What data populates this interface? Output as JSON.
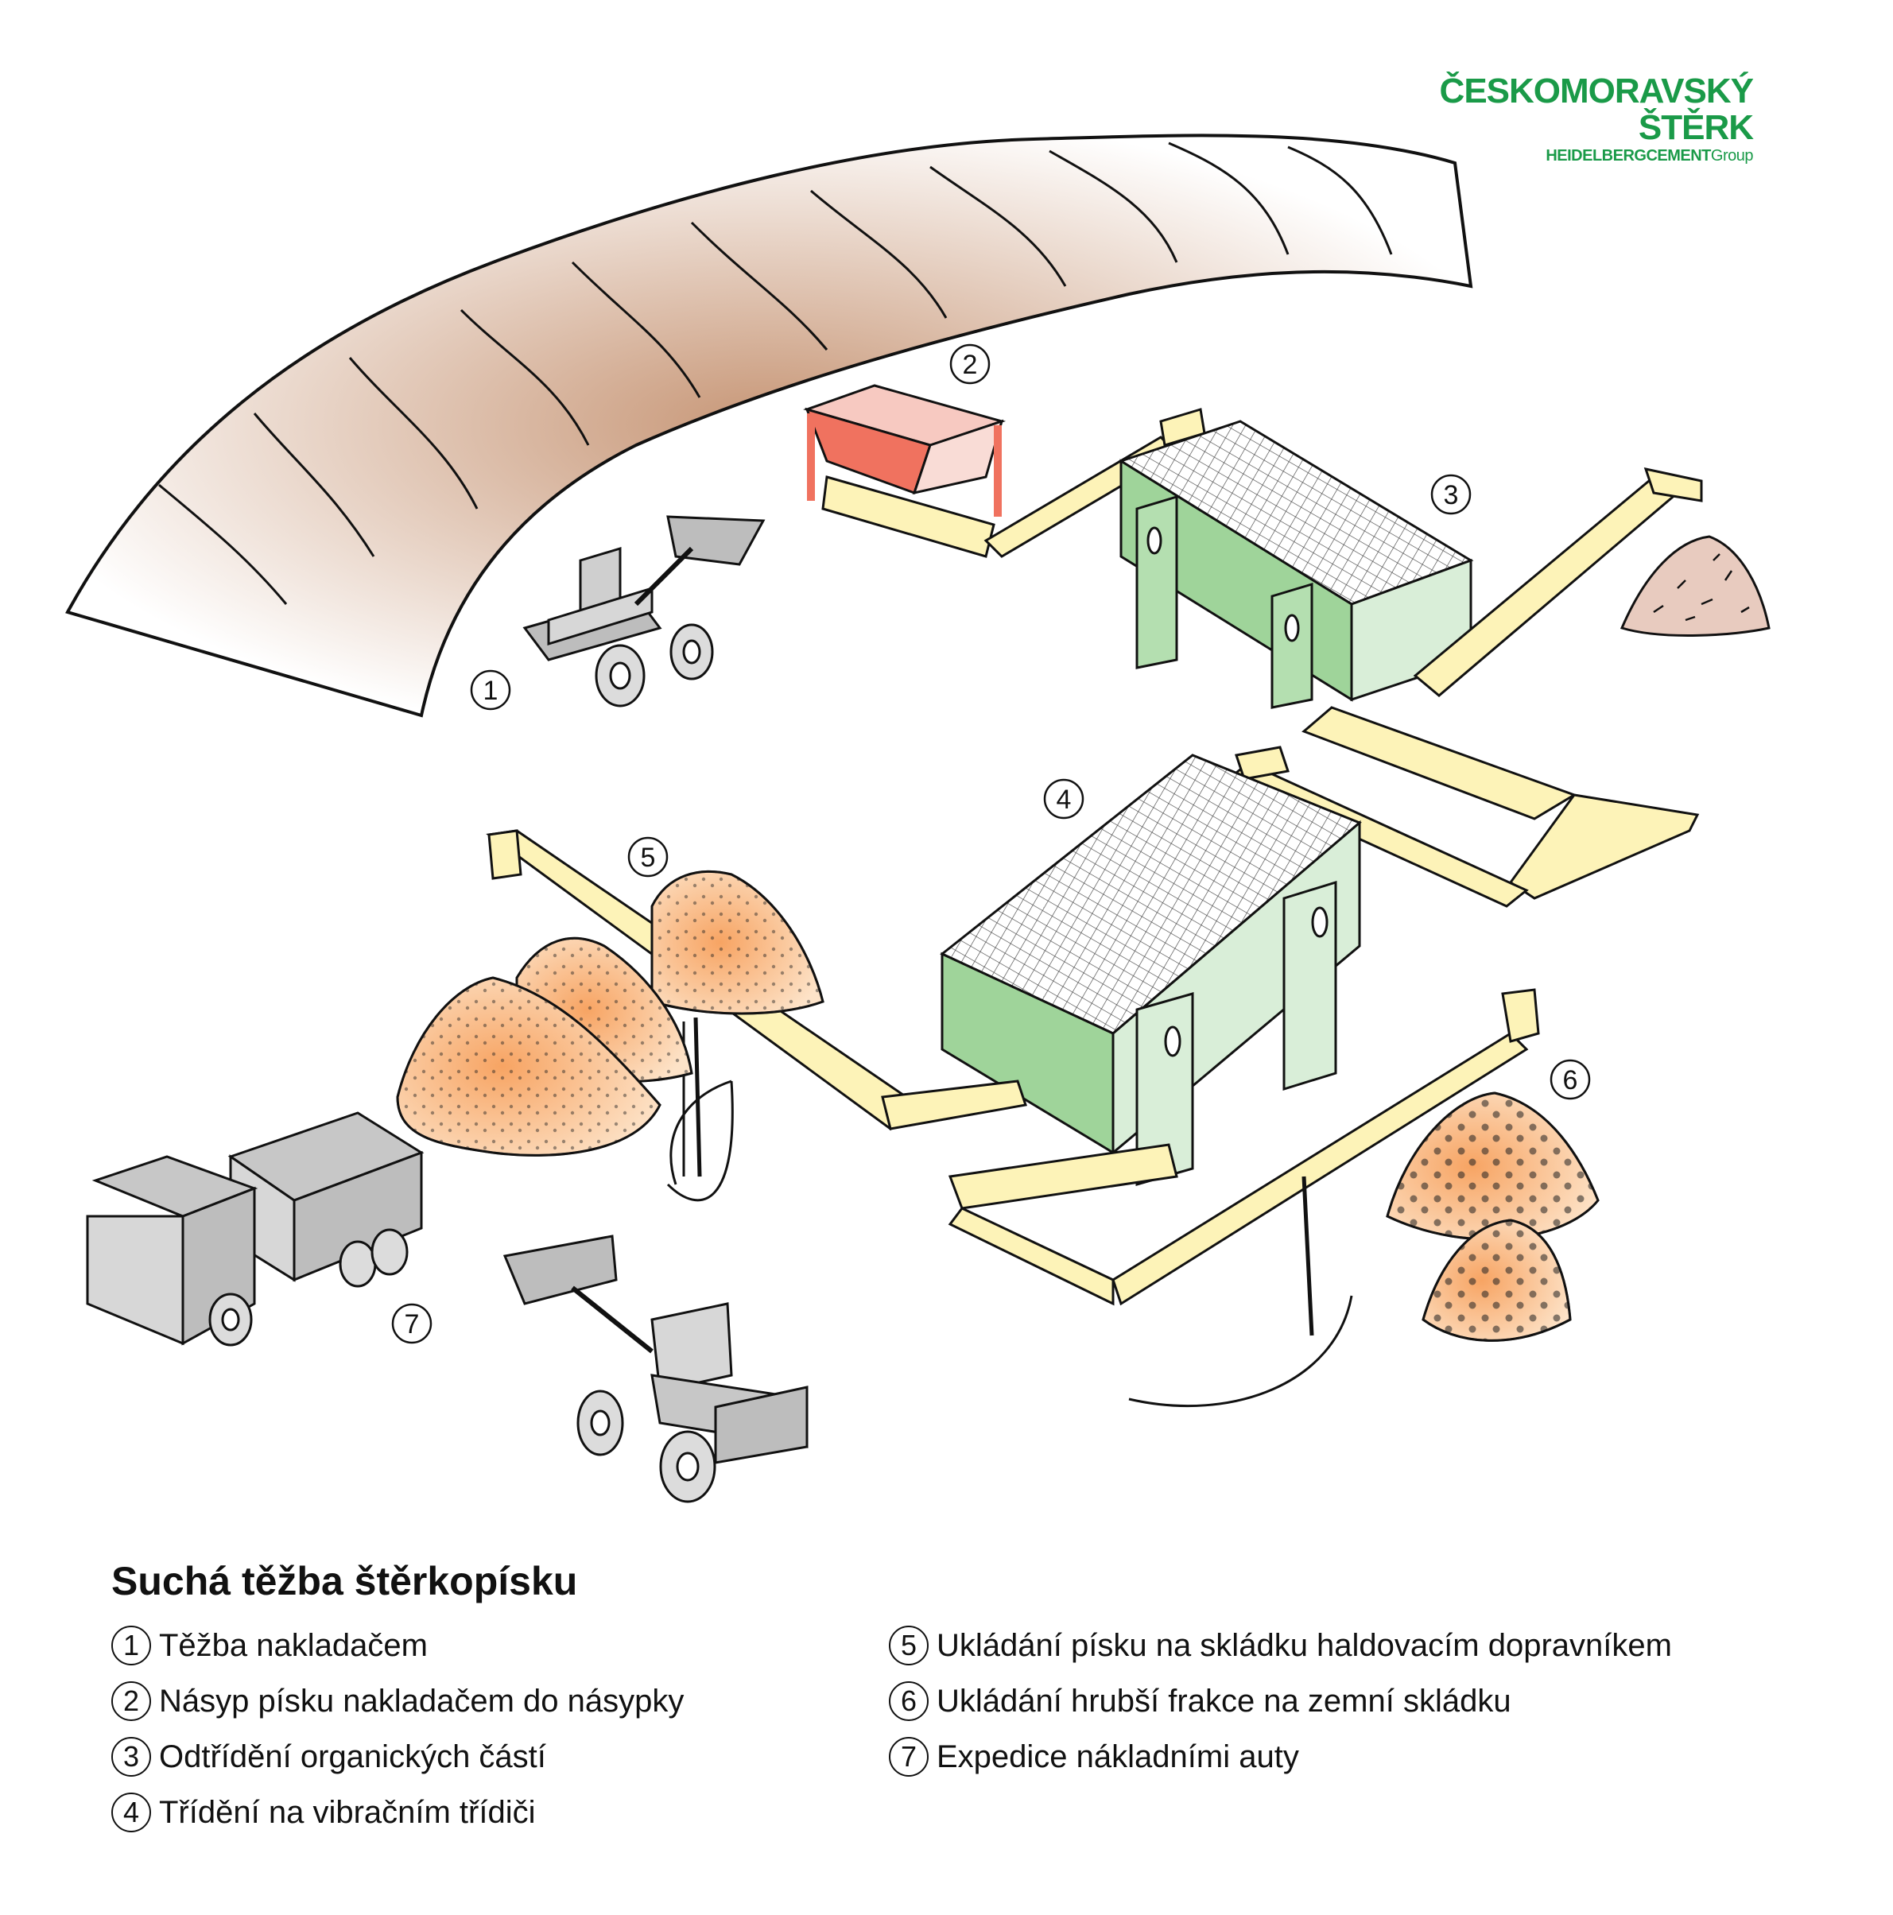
{
  "logo": {
    "line1": "ČESKOMORAVSKÝ",
    "line2": "ŠTĚRK",
    "line3_bold": "HEIDELBERGCEMENT",
    "line3_rest": "Group",
    "color": "#1a9a48"
  },
  "title": "Suchá těžba štěrkopísku",
  "markers": [
    "1",
    "2",
    "3",
    "4",
    "5",
    "6",
    "7"
  ],
  "legend_left": [
    {
      "num": "1",
      "text": "Těžba nakladačem"
    },
    {
      "num": "2",
      "text": "Násyp písku nakladačem do násypky"
    },
    {
      "num": "3",
      "text": "Odtřídění organických částí"
    },
    {
      "num": "4",
      "text": "Třídění na vibračním třídiči"
    }
  ],
  "legend_right": [
    {
      "num": "5",
      "text": "Ukládání písku na skládku haldovacím dopravníkem"
    },
    {
      "num": "6",
      "text": "Ukládání hrubší frakce na zemní skládku"
    },
    {
      "num": "7",
      "text": "Expedice nákladními auty"
    }
  ],
  "colors": {
    "conveyor": "#fdf3b8",
    "screen_green": "#9fd49a",
    "screen_light": "#d9eed8",
    "hopper": "#f0725f",
    "sand": "#f5a36a",
    "hill": "#c98c6b",
    "machine": "#c7c7c7"
  }
}
